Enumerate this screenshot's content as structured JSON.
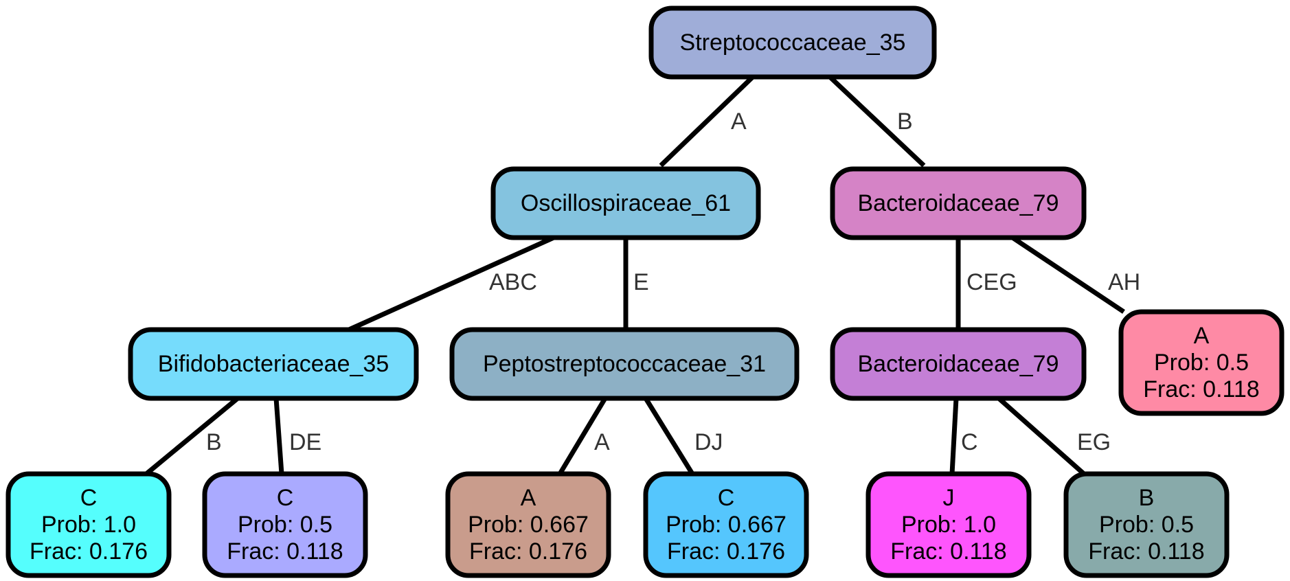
{
  "nodes": {
    "root": {
      "lines": [
        "Streptococcaceae_35"
      ],
      "fill": "#9fadd8"
    },
    "osc": {
      "lines": [
        "Oscillospiraceae_61"
      ],
      "fill": "#84c3df"
    },
    "bac": {
      "lines": [
        "Bacteroidaceae_79"
      ],
      "fill": "#d583c6"
    },
    "bif": {
      "lines": [
        "Bifidobacteriaceae_35"
      ],
      "fill": "#76dcfc"
    },
    "pep": {
      "lines": [
        "Peptostreptococcaceae_31"
      ],
      "fill": "#8db0c5"
    },
    "bac2": {
      "lines": [
        "Bacteroidaceae_79"
      ],
      "fill": "#c47fd6"
    },
    "leafAH": {
      "lines": [
        "A",
        "Prob: 0.5",
        "Frac: 0.118"
      ],
      "fill": "#fe8aa5"
    },
    "leafC1": {
      "lines": [
        "C",
        "Prob: 1.0",
        "Frac: 0.176"
      ],
      "fill": "#55fefd"
    },
    "leafC2": {
      "lines": [
        "C",
        "Prob: 0.5",
        "Frac: 0.118"
      ],
      "fill": "#aaaaff"
    },
    "leafA": {
      "lines": [
        "A",
        "Prob: 0.667",
        "Frac: 0.176"
      ],
      "fill": "#c99c8c"
    },
    "leafC3": {
      "lines": [
        "C",
        "Prob: 0.667",
        "Frac: 0.176"
      ],
      "fill": "#55c6fd"
    },
    "leafJ": {
      "lines": [
        "J",
        "Prob: 1.0",
        "Frac: 0.118"
      ],
      "fill": "#fe55fd"
    },
    "leafB": {
      "lines": [
        "B",
        "Prob: 0.5",
        "Frac: 0.118"
      ],
      "fill": "#88aaaa"
    }
  },
  "edges": [
    {
      "from": "root",
      "to": "osc",
      "label": "A"
    },
    {
      "from": "root",
      "to": "bac",
      "label": "B"
    },
    {
      "from": "osc",
      "to": "bif",
      "label": "ABC"
    },
    {
      "from": "osc",
      "to": "pep",
      "label": "E"
    },
    {
      "from": "bac",
      "to": "bac2",
      "label": "CEG"
    },
    {
      "from": "bac",
      "to": "leafAH",
      "label": "AH"
    },
    {
      "from": "bif",
      "to": "leafC1",
      "label": "B"
    },
    {
      "from": "bif",
      "to": "leafC2",
      "label": "DE"
    },
    {
      "from": "pep",
      "to": "leafA",
      "label": "A"
    },
    {
      "from": "pep",
      "to": "leafC3",
      "label": "DJ"
    },
    {
      "from": "bac2",
      "to": "leafJ",
      "label": "C"
    },
    {
      "from": "bac2",
      "to": "leafB",
      "label": "EG"
    }
  ]
}
